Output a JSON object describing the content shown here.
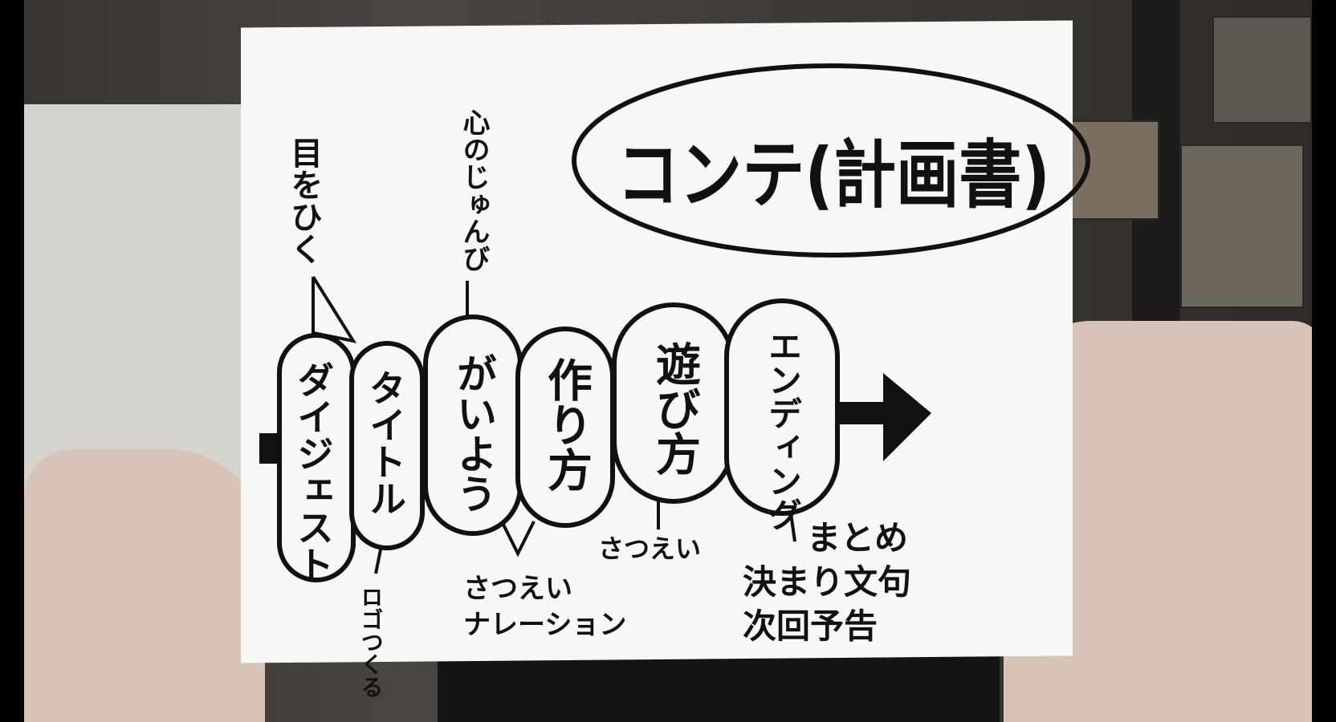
{
  "title": "コンテ(計画書)",
  "sections": [
    {
      "label": "ダイジェスト",
      "note": "目をひく"
    },
    {
      "label": "タイトル",
      "note": "ロゴつくる"
    },
    {
      "label": "がいよう",
      "note": "心のじゅんび"
    },
    {
      "label": "作り方",
      "note": "さつえいナレーション"
    },
    {
      "label": "遊び方",
      "note": "さつえい"
    },
    {
      "label": "エンディング",
      "note": "まとめ決まり文句次回予告"
    }
  ],
  "notes": {
    "note1": "目をひく",
    "note2": "ロゴつくる",
    "note3": "心のじゅんび",
    "note4_line1": "さつえい",
    "note4_line2": "ナレーション",
    "note5": "さつえい",
    "note6_line1": "まとめ",
    "note6_line2": "決まり文句",
    "note6_line3": "次回予告"
  }
}
